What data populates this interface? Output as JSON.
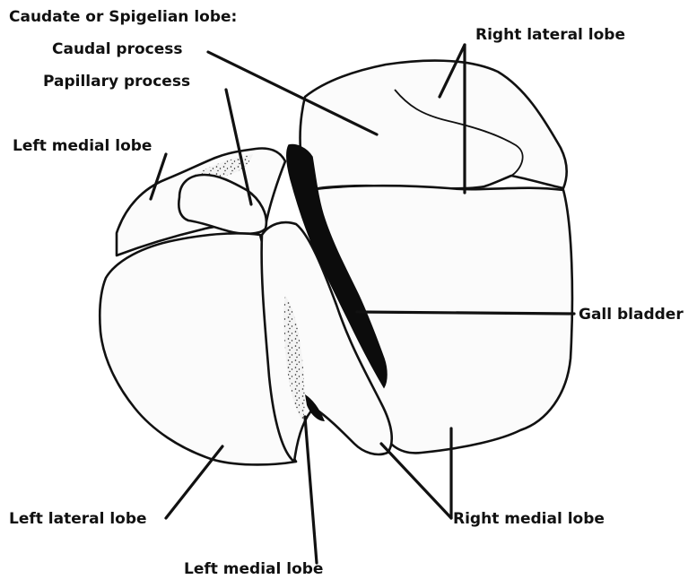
{
  "diagram": {
    "labels": {
      "caudate_heading": "Caudate or Spigelian lobe:",
      "caudal_process": "Caudal process",
      "papillary_process": "Papillary process",
      "left_medial_lobe_top": "Left medial lobe",
      "right_lateral_lobe": "Right lateral lobe",
      "gall_bladder": "Gall bladder",
      "left_lateral_lobe": "Left lateral lobe",
      "right_medial_lobe": "Right medial lobe",
      "left_medial_lobe_bottom": "Left medial lobe"
    },
    "colors": {
      "ink": "#111111",
      "tissue": "#fbfbfb",
      "gall_bladder_fill": "#0c0c0c"
    }
  }
}
